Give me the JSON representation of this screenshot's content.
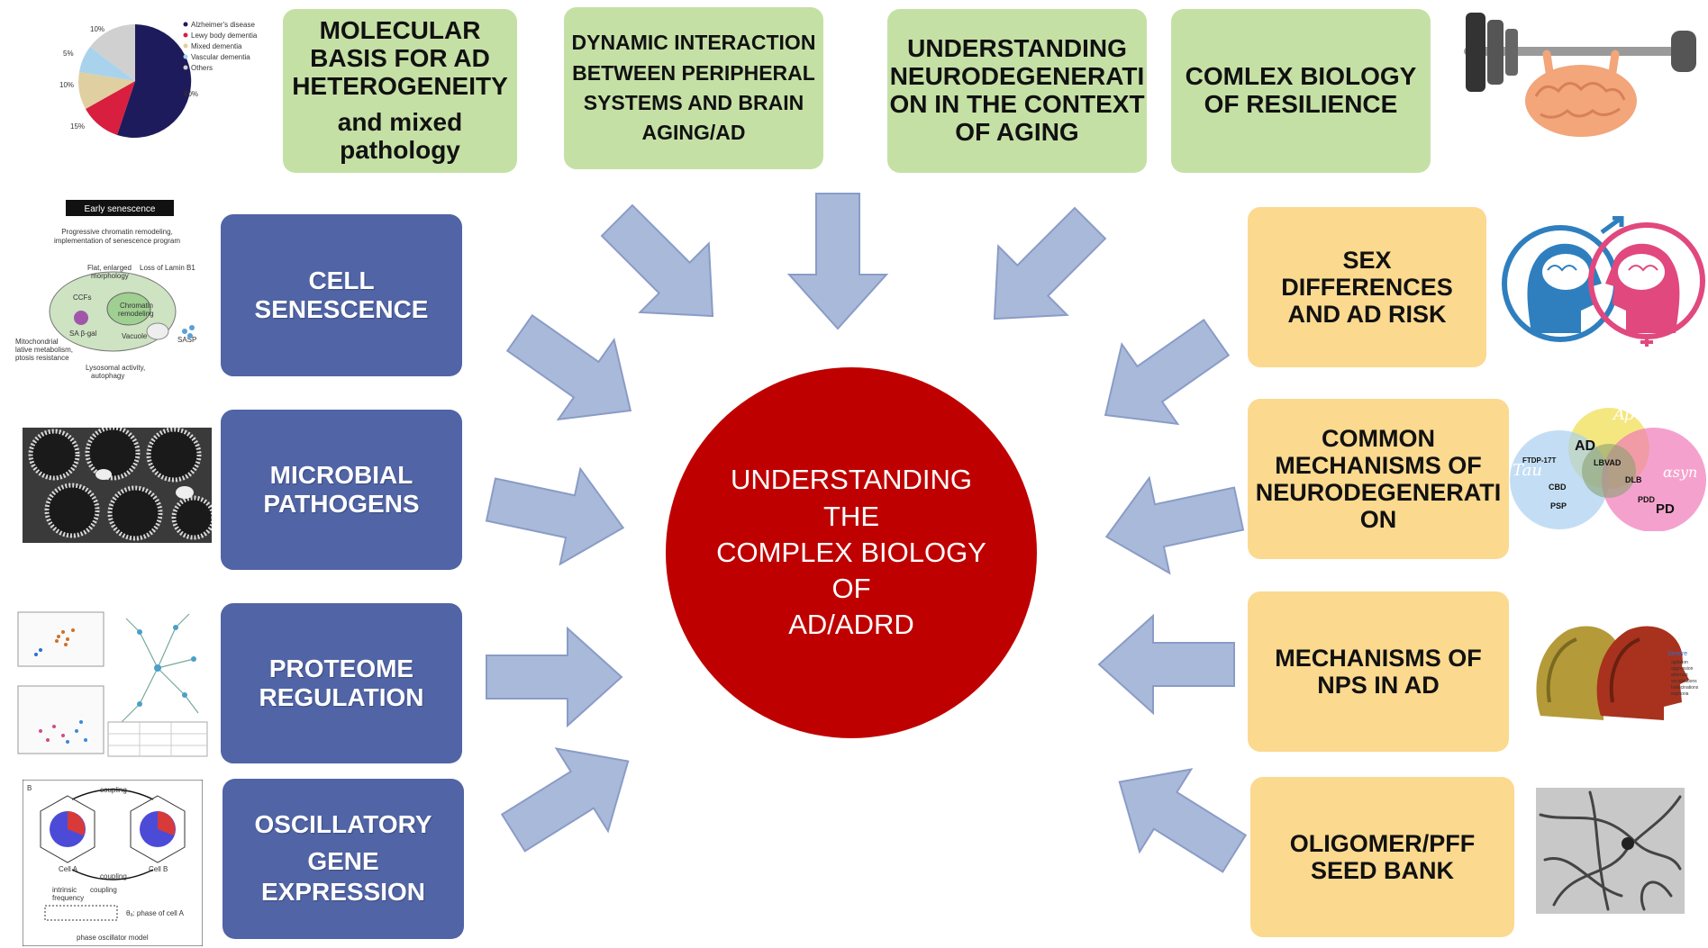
{
  "top_boxes": [
    {
      "lines": [
        "MOLECULAR",
        "BASIS FOR AD",
        "HETEROGENEITY"
      ],
      "sub": [
        "and mixed",
        "pathology"
      ]
    },
    {
      "lines": [
        "DYNAMIC INTERACTION",
        "BETWEEN PERIPHERAL",
        "SYSTEMS AND BRAIN",
        "AGING/AD"
      ]
    },
    {
      "lines": [
        "UNDERSTANDING",
        "NEURODEGENERATI",
        "ON IN THE CONTEXT",
        "OF AGING"
      ]
    },
    {
      "lines": [
        "COMLEX BIOLOGY",
        "OF RESILIENCE"
      ]
    }
  ],
  "left_boxes": [
    {
      "lines": [
        "CELL",
        "SENESCENCE"
      ]
    },
    {
      "lines": [
        "MICROBIAL",
        "PATHOGENS"
      ]
    },
    {
      "lines": [
        "PROTEOME",
        "REGULATION"
      ]
    },
    {
      "lines": [
        "OSCILLATORY",
        "GENE",
        "EXPRESSION"
      ]
    }
  ],
  "right_boxes": [
    {
      "lines": [
        "SEX",
        "DIFFERENCES",
        "AND AD RISK"
      ]
    },
    {
      "lines": [
        "COMMON",
        "MECHANISMS OF",
        "NEURODEGENERATI",
        "ON"
      ]
    },
    {
      "lines": [
        "MECHANISMS OF",
        "NPS IN AD"
      ]
    },
    {
      "lines": [
        "OLIGOMER/PFF",
        "SEED BANK"
      ]
    }
  ],
  "center": {
    "lines": [
      "UNDERSTANDING THE",
      "COMPLEX BIOLOGY OF",
      "AD/ADRD"
    ]
  },
  "pie_legend": [
    "Alzheimer's disease",
    "Lewy body dementia",
    "Mixed dementia",
    "Vascular dementia",
    "Others"
  ],
  "pie_values": [
    "10%",
    "5%",
    "10%",
    "15%",
    "60%"
  ],
  "senescence_panel": {
    "title": "Early senescence",
    "caption": [
      "Progressive chromatin remodeling,",
      "implementation of senescence program"
    ],
    "labels": [
      "Flat, enlarged",
      "morphology",
      "Loss of Lamin B1",
      "CCFs",
      "Chromatin",
      "remodeling",
      "SA β-gal",
      "Vacuole",
      "SASP",
      "Mitochondrial",
      "lative metabolism,",
      "ptosis resistance",
      "Lysosomal activity,",
      "autophagy"
    ]
  },
  "oscillator_panel": {
    "labels": [
      "B",
      "coupling",
      "coupling",
      "Cell A",
      "Cell B",
      "intrinsic",
      "frequency",
      "coupling",
      "θₐ: phase of cell A",
      "phase oscillator model"
    ]
  },
  "venn": {
    "labels": [
      "Aβ",
      "AD",
      "Tau",
      "αsyn",
      "FTDP-17T",
      "LBVAD",
      "CBD",
      "DLB",
      "PSP",
      "PDD",
      "PD"
    ]
  },
  "nps_legend": {
    "title": "Severe",
    "items": [
      "agitation",
      "aggression",
      "aberrant",
      "vocalizations",
      "hallucinations",
      "euphoria"
    ]
  },
  "colors": {
    "green_box": "#c5e0a5",
    "blue_box": "#5064a6",
    "yellow_box": "#fbd98e",
    "center_circle": "#bf0000",
    "arrow_fill": "#a9b9da",
    "arrow_stroke": "#8a9cc6",
    "pie": [
      "#1e1b5c",
      "#d81f3f",
      "#e0cfa0",
      "#a9d3ec",
      "#d0d0d0"
    ]
  }
}
